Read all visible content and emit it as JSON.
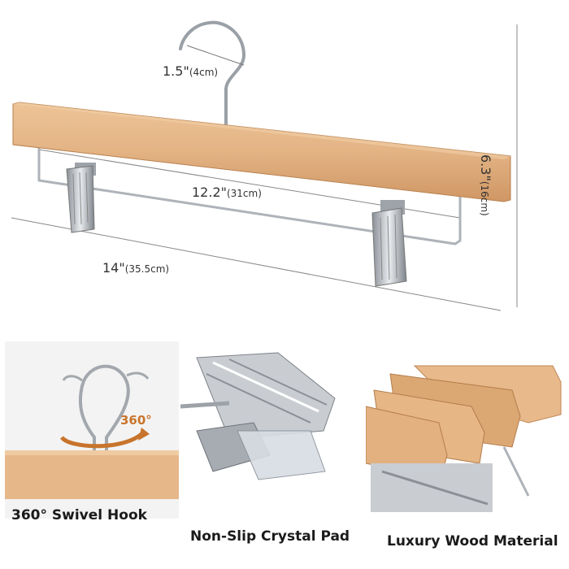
{
  "dimensions": {
    "hook": {
      "value": "1.5\"",
      "unit": "(4cm)"
    },
    "width": {
      "value": "12.2\"",
      "unit": "(31cm)"
    },
    "length": {
      "value": "14\"",
      "unit": "(35.5cm)"
    },
    "height": {
      "value": "6.3\"",
      "unit": "(16cm)"
    }
  },
  "features": [
    {
      "caption": "360° Swivel Hook",
      "badge": "360°"
    },
    {
      "caption": "Non-Slip Crystal Pad"
    },
    {
      "caption": "Luxury Wood Material"
    }
  ],
  "colors": {
    "wood": "#e8b98a",
    "wood_dark": "#c98f5c",
    "chrome": "#b8bcc2",
    "arrow": "#c8742c"
  }
}
